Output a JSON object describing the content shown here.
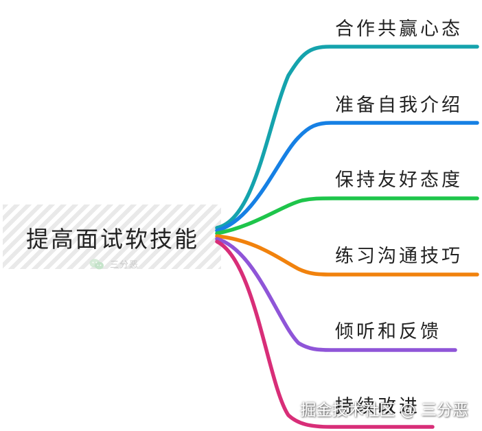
{
  "root": {
    "label": "提高面试软技能"
  },
  "branches": [
    {
      "label": "合作共赢心态",
      "color": "#15a3ad"
    },
    {
      "label": "准备自我介绍",
      "color": "#1680e4"
    },
    {
      "label": "保持友好态度",
      "color": "#1ec54b"
    },
    {
      "label": "练习沟通技巧",
      "color": "#f1820d"
    },
    {
      "label": "倾听和反馈",
      "color": "#8f55d8"
    },
    {
      "label": "持续改进",
      "color": "#d82e78"
    }
  ],
  "watermark_inner": {
    "icon": "wechat-icon",
    "text": "三分恶"
  },
  "watermark_corner": {
    "text": "掘金技术社区 @ 三分恶"
  }
}
